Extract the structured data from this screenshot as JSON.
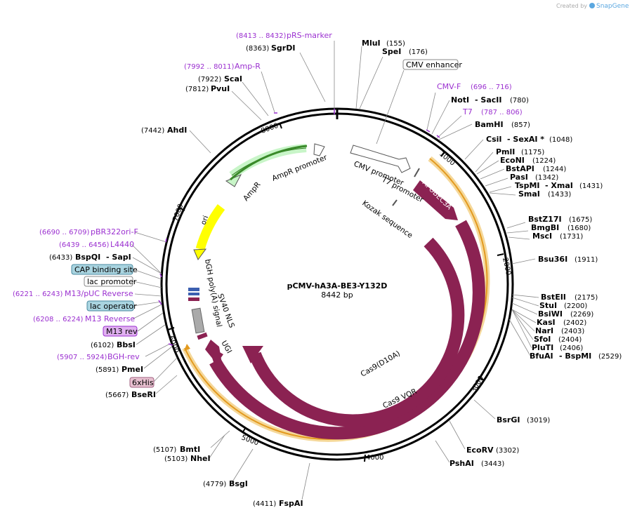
{
  "credit": "Created by",
  "brand": "SnapGene",
  "plasmid": {
    "name": "pCMV-hA3A-BE3-Y132D",
    "length": "8442 bp"
  },
  "colors": {
    "purple": "#9b30d0",
    "cas9": "#8b2252",
    "amp": "#c8f5c8",
    "ori": "#ffff00",
    "orange": "#f0a030"
  },
  "ticks": [
    "1000",
    "2000",
    "3000",
    "4000",
    "5000",
    "6000",
    "7000",
    "8000"
  ],
  "features": {
    "cmv_promoter": "CMV promoter",
    "t7_promoter": "T7 promoter",
    "kozak": "Kozak sequence",
    "apobec3a": "APOBEC3A",
    "cas9_d10a": "Cas9(D10A)",
    "cas9_vqr": "Cas9 VQR",
    "sv40_nls": "SV40 NLS",
    "ugi": "UGI",
    "bgh_polya": "bGH poly(A) signal",
    "ori": "ori",
    "ampr": "AmpR",
    "ampr_promoter": "AmpR promoter"
  },
  "labels": {
    "prs_range": "(8413 .. 8432)",
    "prs_name": "pRS-marker",
    "sgrdi_pos": "(8363)",
    "sgrdi": "SgrDI",
    "mlui": "MluI",
    "mlui_pos": "(155)",
    "spei": "SpeI",
    "spei_pos": "(176)",
    "cmv_enh": "CMV enhancer",
    "ampr_range": "(7992 .. 8011)",
    "ampr_name": "Amp-R",
    "scai_pos": "(7922)",
    "scai": "ScaI",
    "pvui_pos": "(7812)",
    "pvui": "PvuI",
    "cmvf": "CMV-F",
    "cmvf_range": "(696 .. 716)",
    "noti": "NotI",
    "sacii": "- SacII",
    "noti_pos": "(780)",
    "t7": "T7",
    "t7_range": "(787 .. 806)",
    "bamhi": "BamHI",
    "bamhi_pos": "(857)",
    "ahdi_pos": "(7442)",
    "ahdi": "AhdI",
    "csii": "CsiI",
    "sexai": "- SexAI *",
    "csii_pos": "(1048)",
    "pmli": "PmlI",
    "pmli_pos": "(1175)",
    "econi": "EcoNI",
    "econi_pos": "(1224)",
    "bstapi": "BstAPI",
    "bstapi_pos": "(1244)",
    "pasi": "PasI",
    "pasi_pos": "(1342)",
    "tspmi": "TspMI",
    "xmai": "- XmaI",
    "tspmi_pos": "(1431)",
    "smai": "SmaI",
    "smai_pos": "(1433)",
    "pbr_range": "(6690 .. 6709)",
    "pbr_name": "pBR322ori-F",
    "l4440_range": "(6439 .. 6456)",
    "l4440_name": "L4440",
    "bspqi_pos": "(6433)",
    "bspqi": "BspQI",
    "sapi": "- SapI",
    "cap": "CAP binding site",
    "lacp": "lac promoter",
    "m13puc_range": "(6221 .. 6243)",
    "m13puc_name": "M13/pUC Reverse",
    "lacop": "lac operator",
    "m13rev_range": "(6208 .. 6224)",
    "m13rev_name": "M13 Reverse",
    "m13rev_box": "M13 rev",
    "bbsi_pos": "(6102)",
    "bbsi": "BbsI",
    "bghrev_range": "(5907 .. 5924)",
    "bghrev_name": "BGH-rev",
    "pmei_pos": "(5891)",
    "pmei": "PmeI",
    "his": "6xHis",
    "bseri_pos": "(5667)",
    "bseri": "BseRI",
    "bstz": "BstZ17I",
    "bstz_pos": "(1675)",
    "bmgbi": "BmgBI",
    "bmgbi_pos": "(1680)",
    "msci": "MscI",
    "msci_pos": "(1731)",
    "bsu36i": "Bsu36I",
    "bsu36i_pos": "(1911)",
    "bsteii": "BstEII",
    "bsteii_pos": "(2175)",
    "stui": "StuI",
    "stui_pos": "(2200)",
    "bsiwi": "BsiWI",
    "bsiwi_pos": "(2269)",
    "kasi": "KasI",
    "kasi_pos": "(2402)",
    "nari": "NarI",
    "nari_pos": "(2403)",
    "sfoi": "SfoI",
    "sfoi_pos": "(2404)",
    "pluti": "PluTI",
    "pluti_pos": "(2406)",
    "bfuai": "BfuAI",
    "bspmi": "- BspMI",
    "bfuai_pos": "(2529)",
    "bsrgi": "BsrGI",
    "bsrgi_pos": "(3019)",
    "ecorv": "EcoRV",
    "ecorv_pos": "(3302)",
    "pshai": "PshAI",
    "pshai_pos": "(3443)",
    "bmti_pos": "(5107)",
    "bmti": "BmtI",
    "nhei_pos": "(5103)",
    "nhei": "NheI",
    "bsgi_pos": "(4779)",
    "bsgi": "BsgI",
    "fspai_pos": "(4411)",
    "fspai": "FspAI"
  }
}
